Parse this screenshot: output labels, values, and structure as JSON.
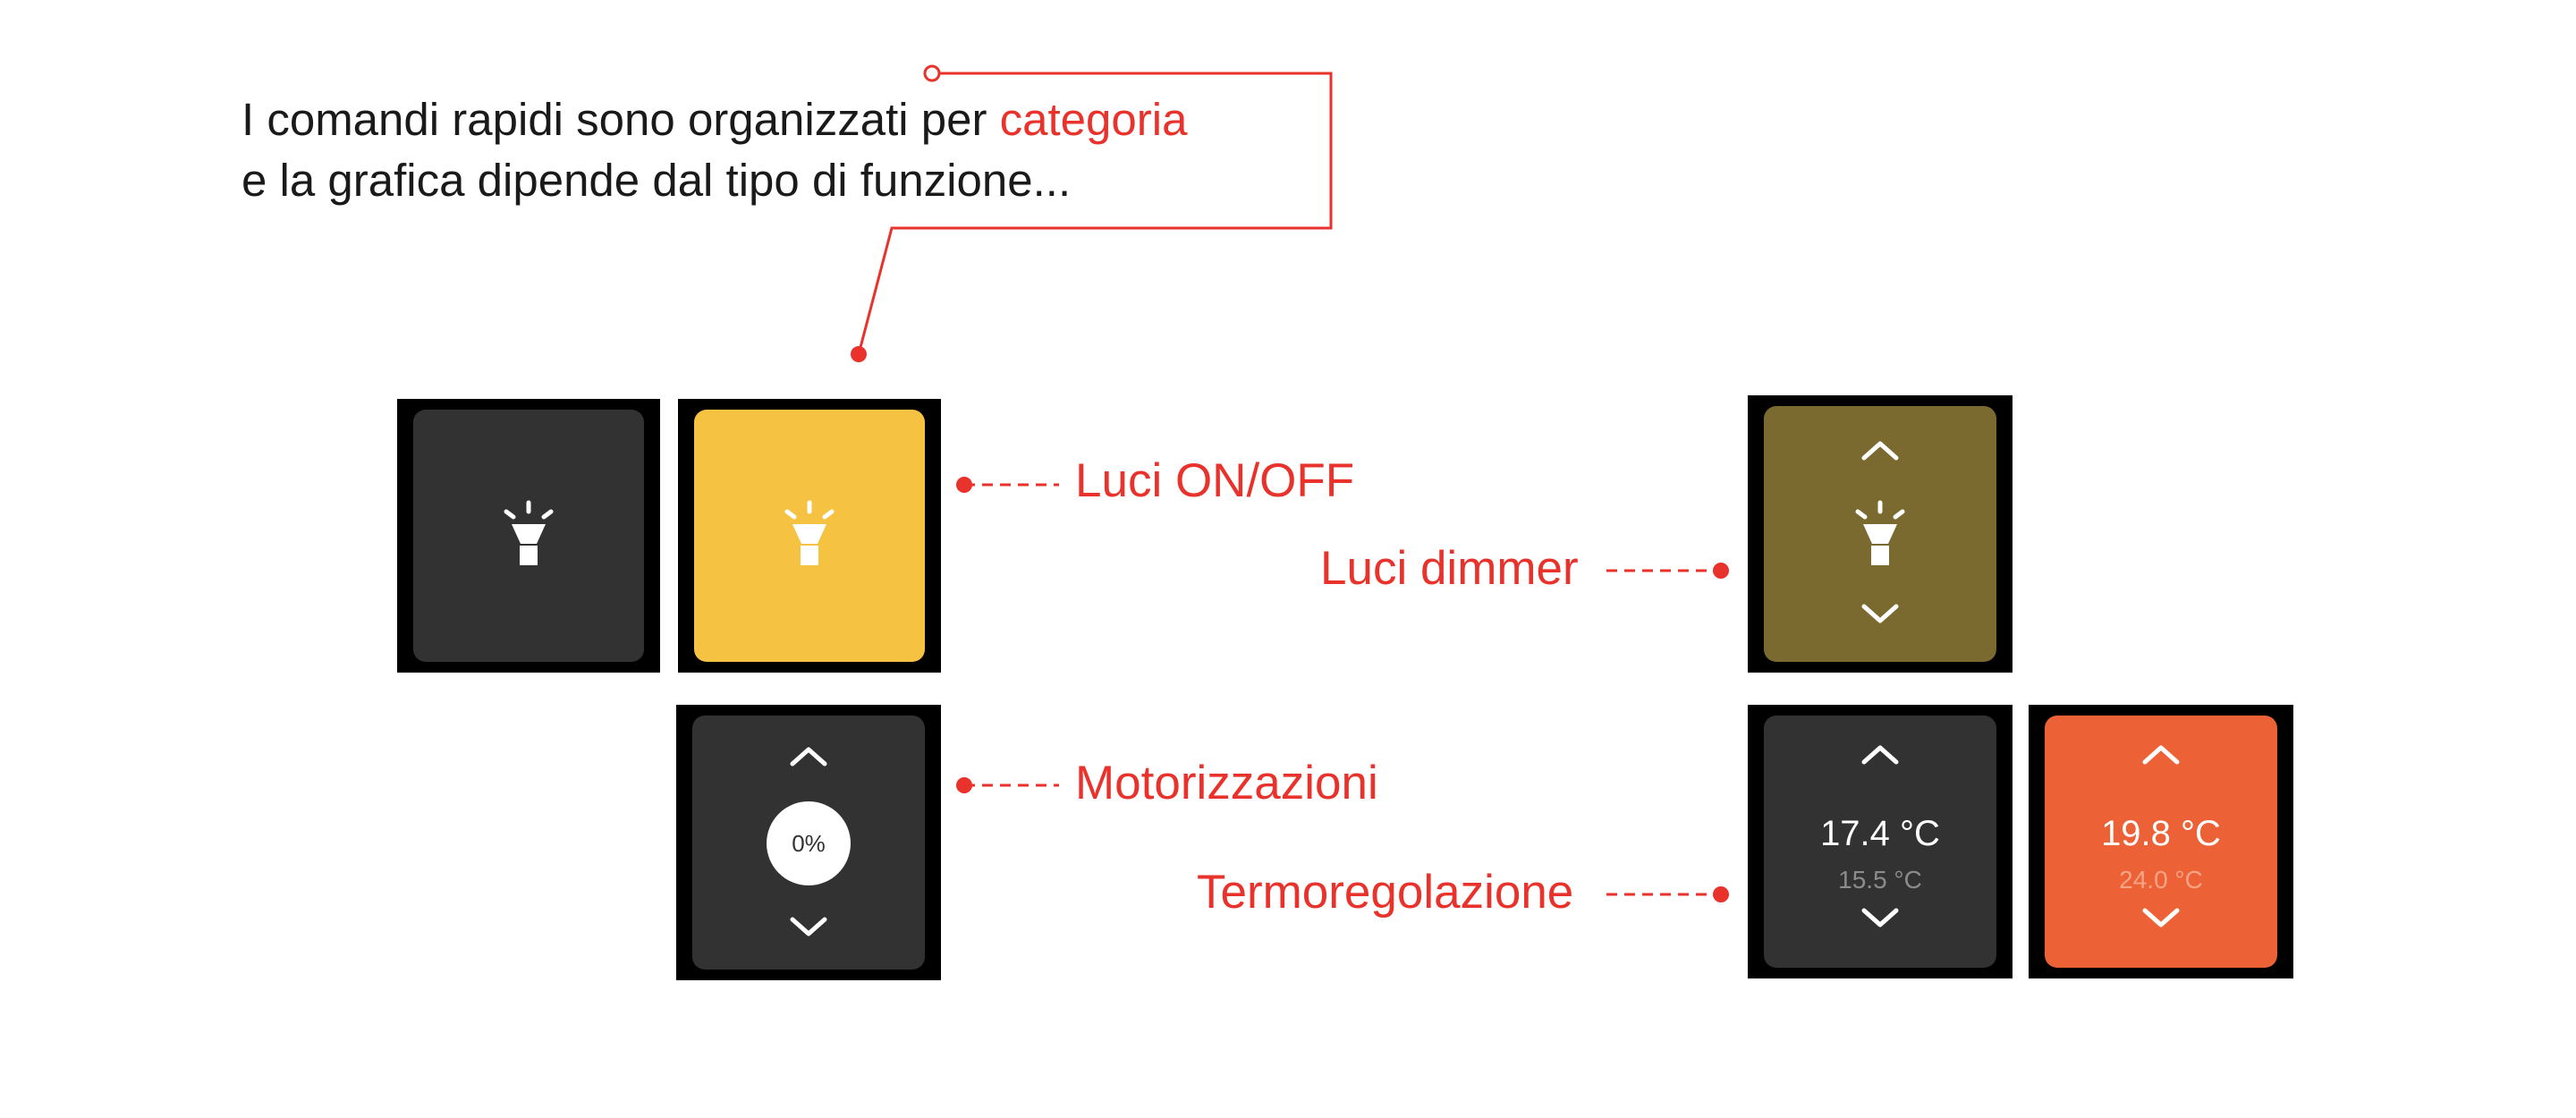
{
  "intro": {
    "line1_before": "I comandi rapidi sono organizzati per ",
    "line1_highlight": "categoria",
    "line2": "e la grafica dipende dal tipo di funzione..."
  },
  "labels": {
    "luci_onoff": "Luci ON/OFF",
    "luci_dimmer": "Luci dimmer",
    "motorizzazioni": "Motorizzazioni",
    "termoregolazione": "Termoregolazione"
  },
  "tiles": {
    "motor": {
      "percent": "0%"
    },
    "thermo_off": {
      "current": "17.4 °C",
      "setpoint": "15.5 °C"
    },
    "thermo_on": {
      "current": "19.8 °C",
      "setpoint": "24.0 °C"
    }
  },
  "colors": {
    "accent": "#e8322b",
    "tile_dark": "#323232",
    "tile_light_on": "#f5c242",
    "tile_dimmer": "#7b6a30",
    "tile_thermo_on": "#ec6236"
  },
  "icons": {
    "light": "lightbulb-icon",
    "up": "chevron-up-icon",
    "down": "chevron-down-icon"
  }
}
